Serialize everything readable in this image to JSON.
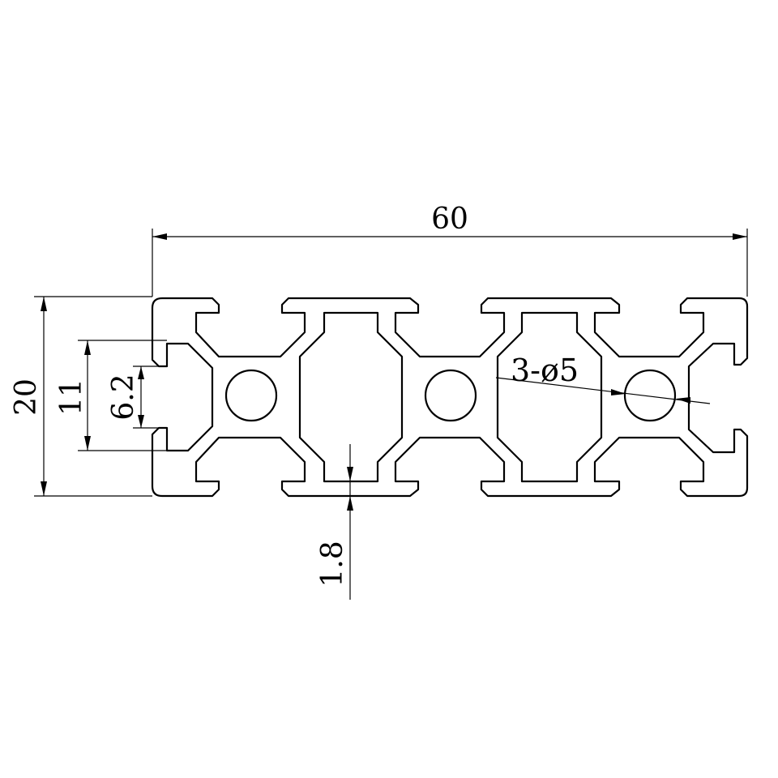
{
  "drawing": {
    "subject": "aluminum extrusion profile",
    "dimensions": {
      "overall_width": "60",
      "overall_height": "20",
      "slot_opening_outer": "11",
      "slot_opening_inner": "6.2",
      "wall_thickness": "1.8",
      "holes_note": "3-ø5"
    },
    "hole_count": 3,
    "line_color": "#000000",
    "background_color": "#ffffff"
  }
}
